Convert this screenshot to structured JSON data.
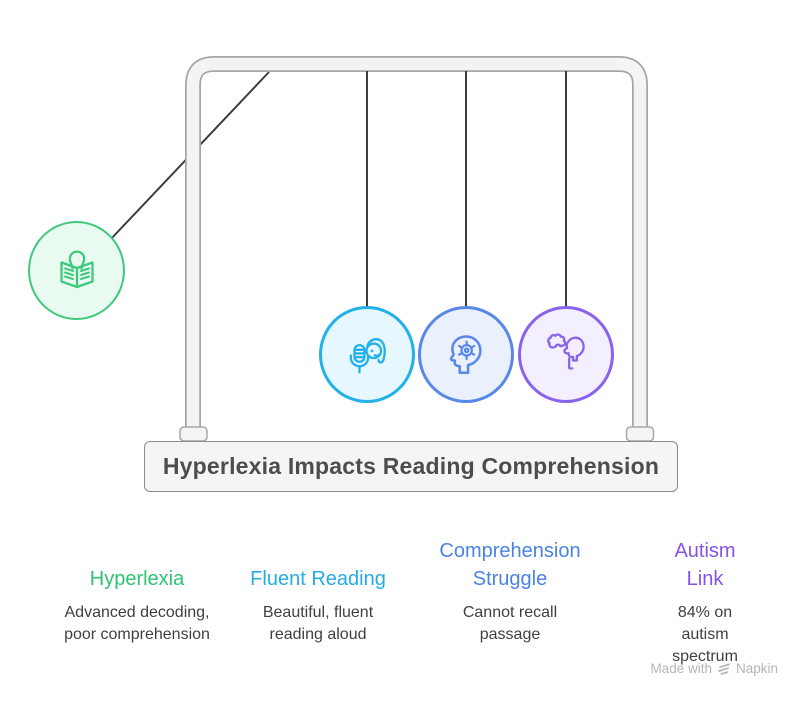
{
  "diagram": {
    "base_label": "Hyperlexia Impacts Reading Comprehension",
    "balls": [
      {
        "id": "hyperlexia",
        "icon": "person-reading-book-icon",
        "accent": "#3FC97D",
        "fill": "#E9FAF0"
      },
      {
        "id": "fluent-reading",
        "icon": "face-with-microphone-icon",
        "accent": "#22B1E8",
        "fill": "#E6F7FD"
      },
      {
        "id": "comprehension-struggle",
        "icon": "head-with-gear-icon",
        "accent": "#5988EA",
        "fill": "#EBF0FD"
      },
      {
        "id": "autism-link",
        "icon": "puzzle-head-icon",
        "accent": "#8A63EC",
        "fill": "#F3EFFE"
      }
    ],
    "frame_color": "#A6A6A6",
    "frame_fill": "#F4F4F4",
    "string_color": "#3C3C3C"
  },
  "columns": [
    {
      "title": "Hyperlexia",
      "subtitle": "Advanced decoding,\npoor comprehension",
      "color": "#2EC274"
    },
    {
      "title": "Fluent Reading",
      "subtitle": "Beautiful, fluent\nreading aloud",
      "color": "#24ACE4"
    },
    {
      "title": "Comprehension\nStruggle",
      "subtitle": "Cannot recall\npassage",
      "color": "#4A82E6"
    },
    {
      "title": "Autism Link",
      "subtitle": "84% on autism\nspectrum",
      "color": "#8553EC"
    }
  ],
  "footer": {
    "made_with": "Made with",
    "brand": "Napkin"
  }
}
